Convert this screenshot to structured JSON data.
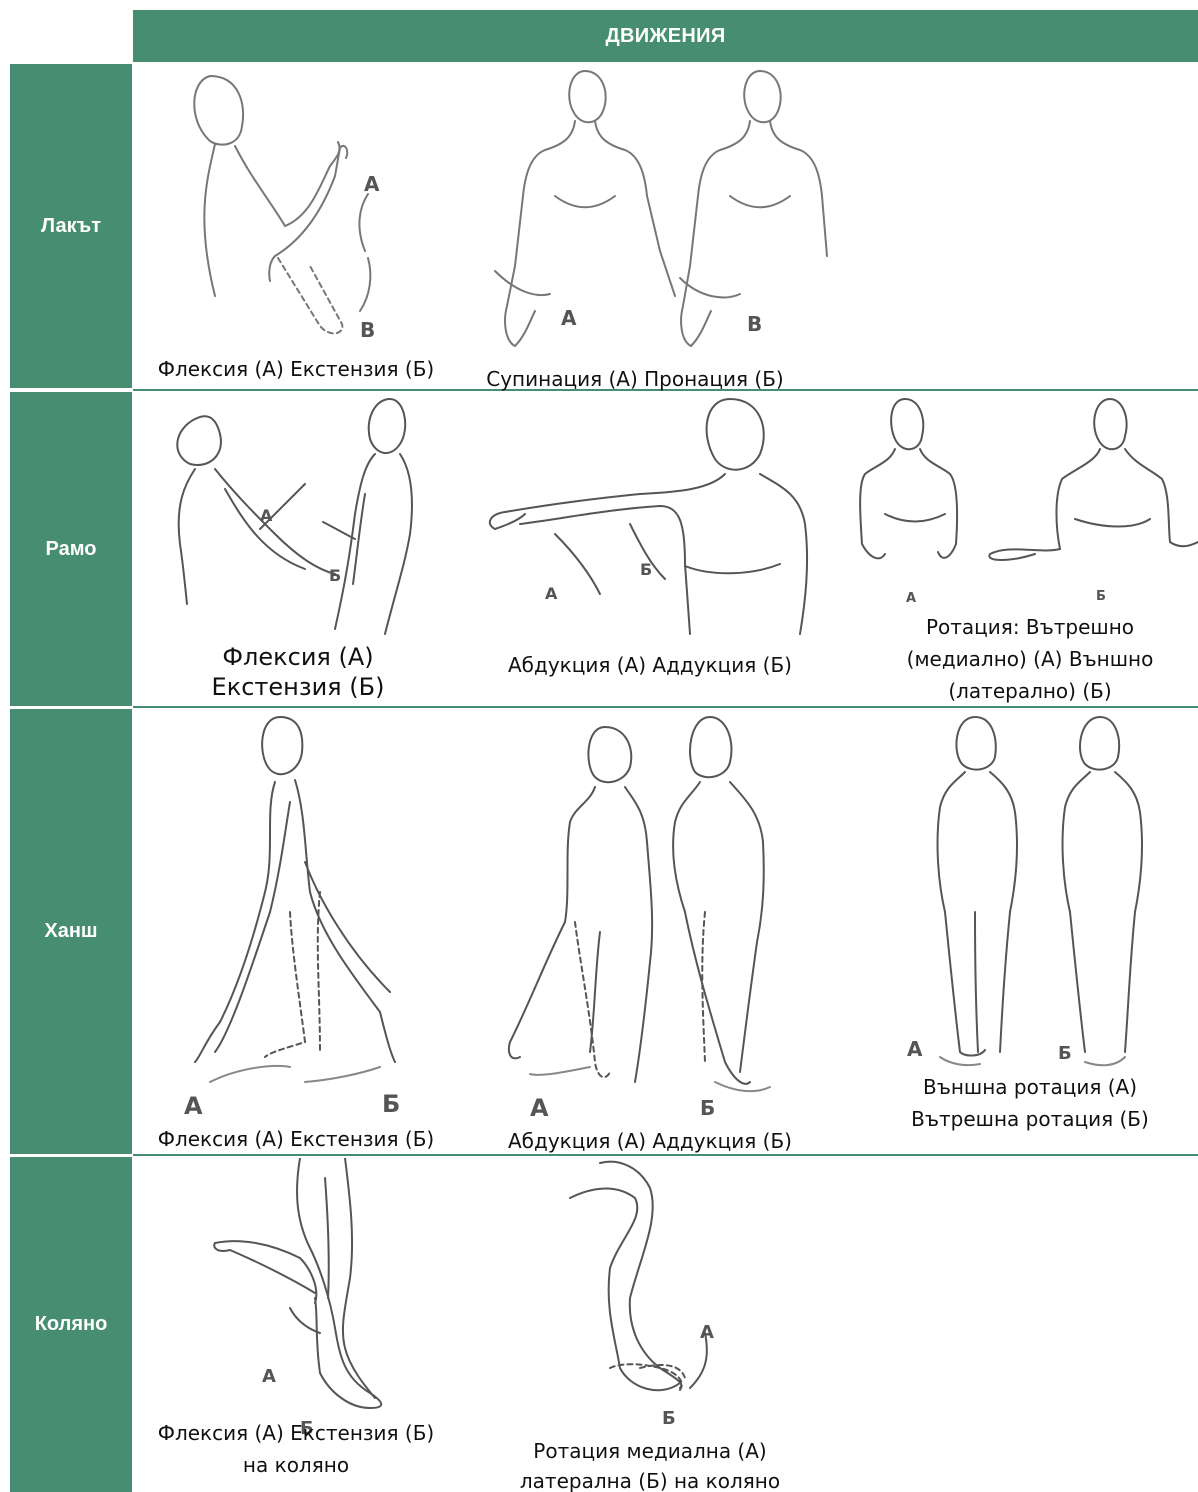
{
  "header": {
    "title": "ДВИЖЕНИЯ"
  },
  "rows": [
    {
      "label": "Лакът"
    },
    {
      "label": "Рамо"
    },
    {
      "label": "Ханш"
    },
    {
      "label": "Коляно"
    }
  ],
  "elbow": {
    "flexion": {
      "caption": "Флексия (А) Екстензия (Б)",
      "letter_a": "А",
      "letter_b": "В"
    },
    "supination": {
      "caption": "Супинация (А) Пронация (Б)",
      "letter_a": "А",
      "letter_b": "В"
    }
  },
  "shoulder": {
    "flexion": {
      "caption_line1": "Флексия (А)",
      "caption_line2": "Екстензия (Б)",
      "letter_a": "А",
      "letter_b": "Б"
    },
    "abduction": {
      "caption": "Абдукция (А) Аддукция (Б)",
      "letter_a": "А",
      "letter_b": "Б"
    },
    "rotation": {
      "caption_line1": "Ротация: Вътрешно",
      "caption_line2": "(медиално) (А) Външно",
      "caption_line3": "(латерално) (Б)",
      "letter_a": "А",
      "letter_b": "Б"
    }
  },
  "hip": {
    "flexion": {
      "caption": "Флексия (А) Екстензия (Б)",
      "letter_a": "А",
      "letter_b": "Б"
    },
    "abduction": {
      "caption": "Абдукция (А) Аддукция (Б)",
      "letter_a": "А",
      "letter_b": "Б"
    },
    "rotation": {
      "caption_line1": "Външна ротация (А)",
      "caption_line2": "Вътрешна ротация (Б)",
      "letter_a": "А",
      "letter_b": "Б"
    }
  },
  "knee": {
    "flexion": {
      "caption_line1": "Флексия (А) Екстензия (Б)",
      "caption_line2": "на коляно",
      "letter_a": "А",
      "letter_b": "Б"
    },
    "rotation": {
      "caption_line1": "Ротация медиална (А)",
      "caption_line2": "латерална (Б) на коляно",
      "letter_a": "А",
      "letter_b": "Б"
    }
  }
}
